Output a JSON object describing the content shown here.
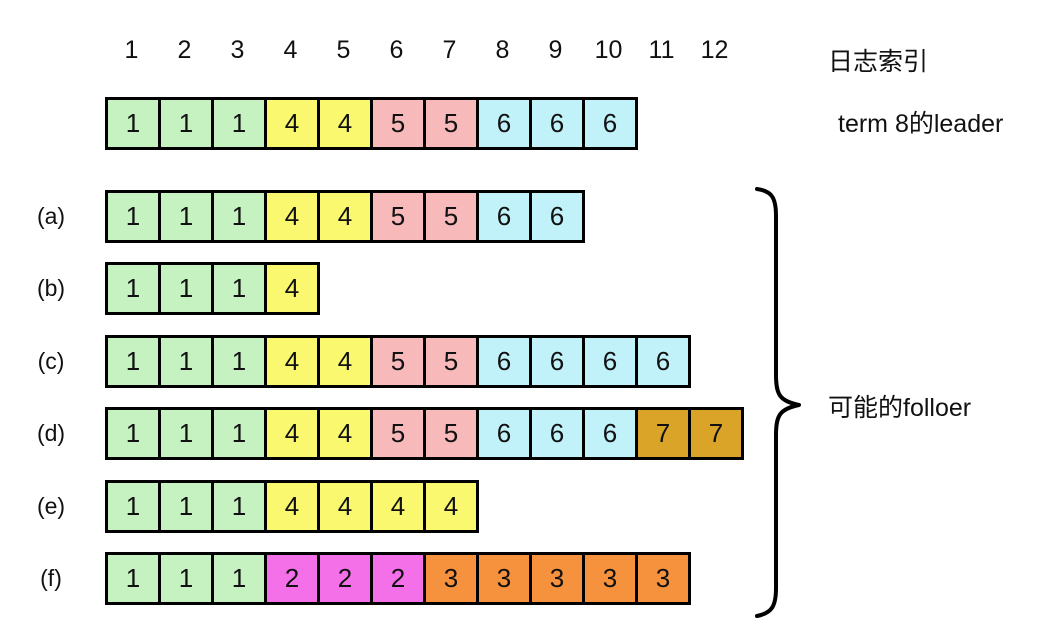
{
  "labels": {
    "index_label": "日志索引",
    "leader_label": "term 8的leader",
    "follower_label": "可能的folloer"
  },
  "log_index": [
    "1",
    "2",
    "3",
    "4",
    "5",
    "6",
    "7",
    "8",
    "9",
    "10",
    "11",
    "12"
  ],
  "term_colors": {
    "1": "#c6f2c2",
    "2": "#f370e9",
    "3": "#f6923e",
    "4": "#f9f86e",
    "5": "#f7b9ba",
    "6": "#c1f1f9",
    "7": "#d9a428"
  },
  "leader_log": {
    "terms": [
      1,
      1,
      1,
      4,
      4,
      5,
      5,
      6,
      6,
      6
    ]
  },
  "followers": [
    {
      "label": "(a)",
      "terms": [
        1,
        1,
        1,
        4,
        4,
        5,
        5,
        6,
        6
      ]
    },
    {
      "label": "(b)",
      "terms": [
        1,
        1,
        1,
        4
      ]
    },
    {
      "label": "(c)",
      "terms": [
        1,
        1,
        1,
        4,
        4,
        5,
        5,
        6,
        6,
        6,
        6
      ]
    },
    {
      "label": "(d)",
      "terms": [
        1,
        1,
        1,
        4,
        4,
        5,
        5,
        6,
        6,
        6,
        7,
        7
      ]
    },
    {
      "label": "(e)",
      "terms": [
        1,
        1,
        1,
        4,
        4,
        4,
        4
      ]
    },
    {
      "label": "(f)",
      "terms": [
        1,
        1,
        1,
        2,
        2,
        2,
        3,
        3,
        3,
        3,
        3
      ]
    }
  ]
}
